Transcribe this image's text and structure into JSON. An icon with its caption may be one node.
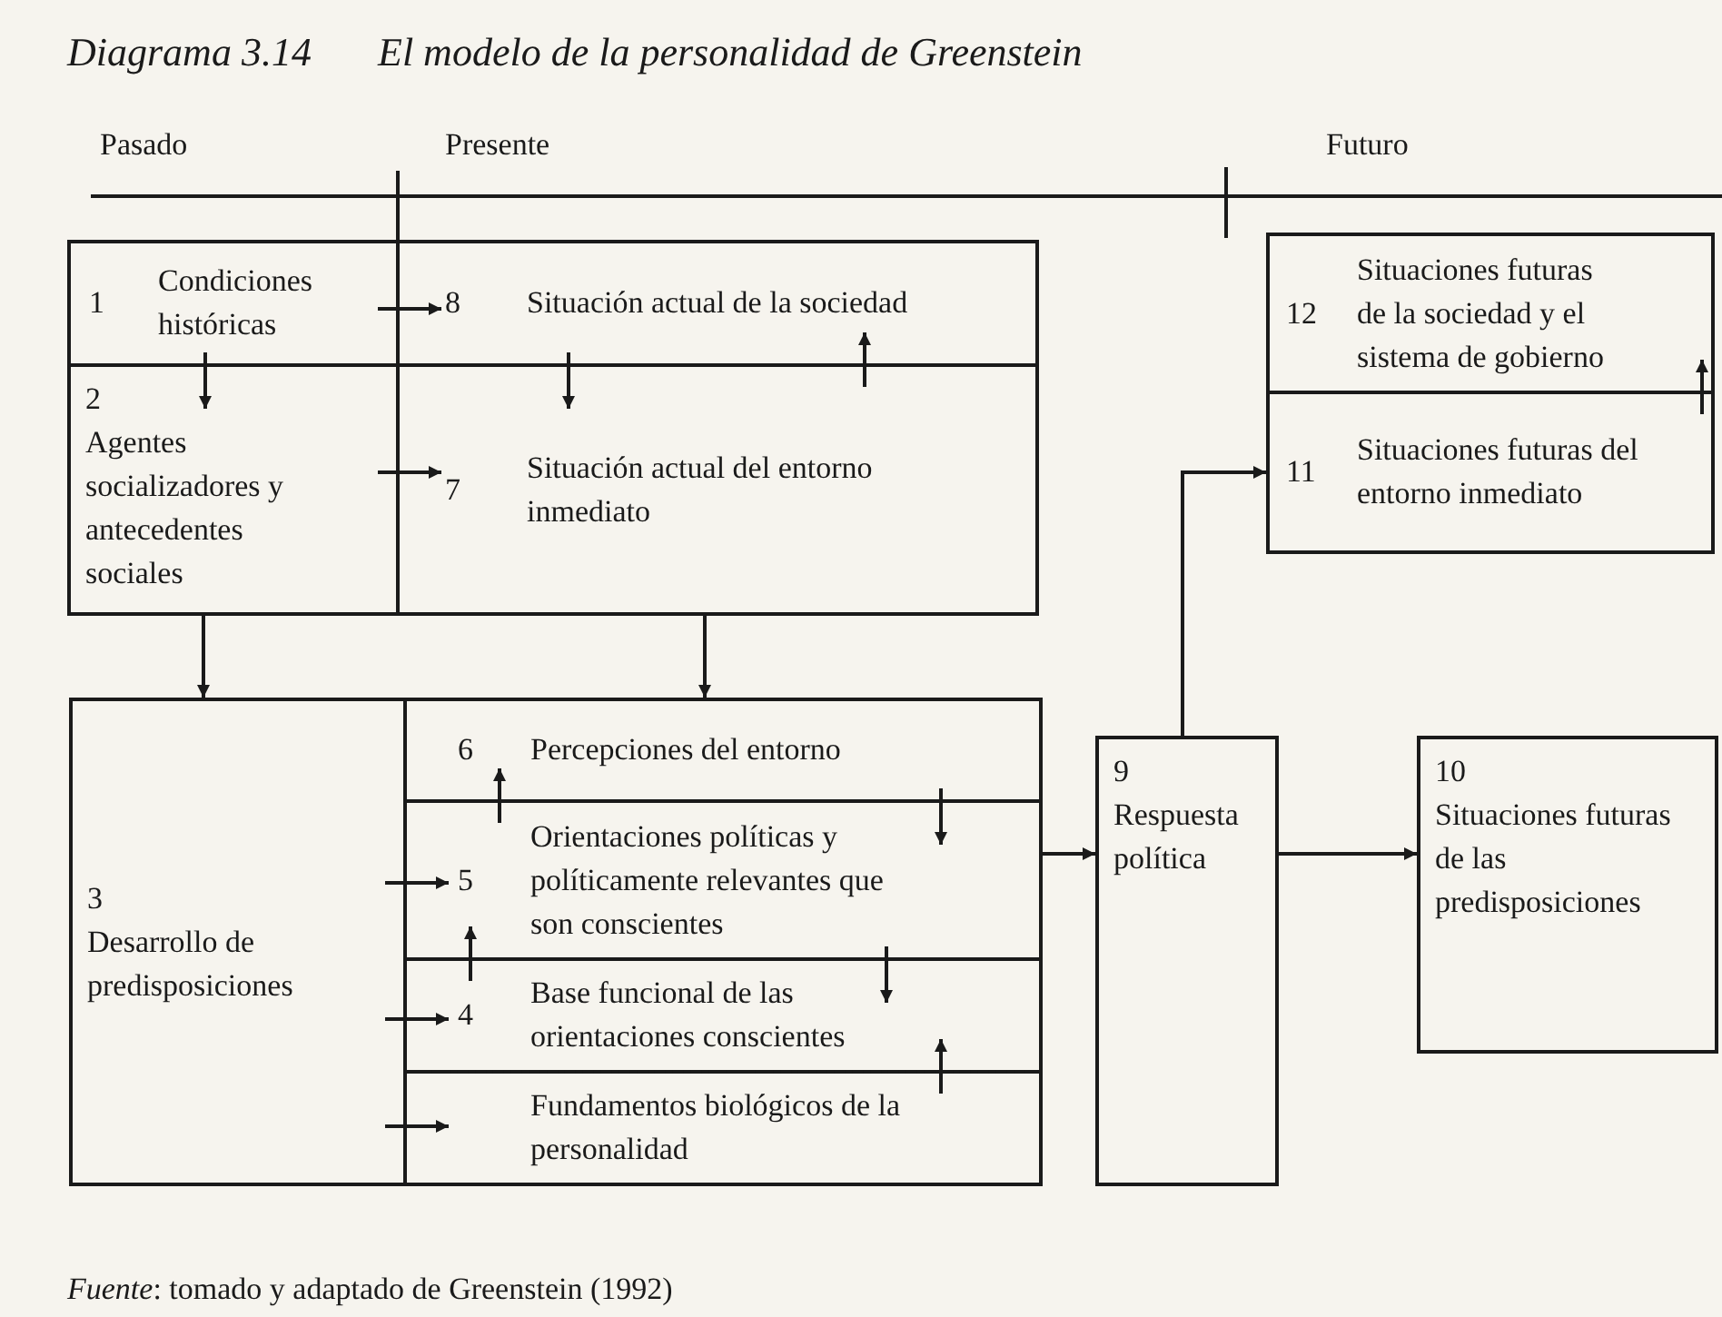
{
  "diagram": {
    "title": "El modelo de la personalidad de Greenstein",
    "caption": "*Fuente*: tomado y adaptado de Greenstein (1992)",
    "nodes": [
      {
        "text": [
          "1",
          "Condiciones históricas"
        ]
      },
      {
        "text": [
          "2",
          "Agentes socializadores y antecedentes sociales"
        ]
      },
      {
        "text": [
          "8",
          "Situación actual de la sociedad"
        ]
      },
      {
        "text": [
          "7",
          "Situación actual del entorno inmediato"
        ]
      },
      {
        "text": [
          "12",
          "Situaciones futuras de la sociedad y el sistema de gobierno"
        ]
      },
      {
        "text": [
          "11",
          "Situaciones futuras del entorno inmediato"
        ]
      },
      {
        "text": [
          "3",
          "Desarrollo de predisposiciones"
        ]
      },
      {
        "text": [
          "6",
          "Percepciones del entorno"
        ]
      },
      {
        "text": [
          "5",
          "Orientaciones políticas y políticamente relevantes que son conscientes"
        ]
      },
      {
        "text": [
          "4",
          "Base funcional de las orientaciones conscientes"
        ]
      },
      {
        "text": [
          "Fundamentos biológicos de la personalidad"
        ]
      },
      {
        "text": [
          "9",
          "Respuesta política"
        ]
      },
      {
        "text": [
          "10",
          "Situaciones futuras de las predisposiciones"
        ]
      }
    ],
    "edges": [
      {
        "from": 0,
        "to": 2,
        "arrow": "to"
      },
      {
        "from": 1,
        "to": 3,
        "arrow": "to"
      },
      {
        "from": 0,
        "to": 1,
        "arrow": "to"
      },
      {
        "from": 2,
        "to": 3,
        "arrow": "to"
      },
      {
        "from": 3,
        "to": 2,
        "arrow": "to"
      },
      {
        "from": 1,
        "to": 6,
        "arrow": "to"
      },
      {
        "from": 3,
        "to": 7,
        "arrow": "to"
      },
      {
        "from": 6,
        "to": 8,
        "arrow": "to"
      },
      {
        "from": 6,
        "to": 9,
        "arrow": "to"
      },
      {
        "from": 6,
        "to": 10,
        "arrow": "to"
      },
      {
        "from": 8,
        "to": 7,
        "arrow": "to"
      },
      {
        "from": 7,
        "to": 8,
        "arrow": "to"
      },
      {
        "from": 9,
        "to": 8,
        "arrow": "to"
      },
      {
        "from": 8,
        "to": 9,
        "arrow": "to"
      },
      {
        "from": 10,
        "to": 9,
        "arrow": "to"
      },
      {
        "from": 8,
        "to": 11,
        "arrow": "to"
      },
      {
        "from": 11,
        "to": 12,
        "arrow": "to"
      },
      {
        "from": 11,
        "to": 5,
        "arrow": "to"
      },
      {
        "from": 5,
        "to": 4,
        "arrow": "to"
      }
    ],
    "labels": [
      "Diagrama 3.14",
      "Pasado",
      "Presente",
      "Futuro"
    ]
  }
}
